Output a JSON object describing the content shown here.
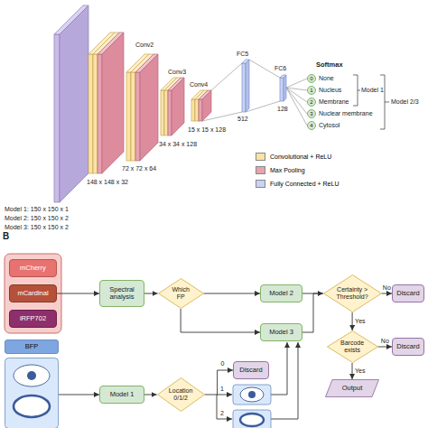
{
  "diagram": {
    "nodes": [
      {
        "text": [
          "0",
          "None"
        ]
      },
      {
        "text": [
          "1",
          "Nucleus"
        ]
      },
      {
        "text": [
          "2",
          "Membrane"
        ]
      },
      {
        "text": [
          "3",
          "Nuclear membrane"
        ]
      },
      {
        "text": [
          "4",
          "Cytosol"
        ]
      },
      {
        "text": [
          "mCherry"
        ]
      },
      {
        "text": [
          "mCardinal"
        ]
      },
      {
        "text": [
          "iRFP702"
        ]
      },
      {
        "text": [
          "Spectral analysis"
        ]
      },
      {
        "text": [
          "Which FP"
        ]
      },
      {
        "text": [
          "Model 2"
        ]
      },
      {
        "text": [
          "Model 3"
        ]
      },
      {
        "text": [
          "Certainty > Threshold?"
        ]
      },
      {
        "text": [
          "Discard"
        ]
      },
      {
        "text": [
          "Barcode exists"
        ]
      },
      {
        "text": [
          "Discard"
        ]
      },
      {
        "text": [
          "Output"
        ]
      },
      {
        "text": [
          "BFP"
        ]
      },
      {
        "text": [
          "Model 1"
        ]
      },
      {
        "text": [
          "Location 0/1/2"
        ]
      },
      {
        "text": [
          "Discard"
        ]
      }
    ],
    "edges": [
      {
        "from": 6,
        "to": 8,
        "arrow": "to"
      },
      {
        "from": 8,
        "to": 9,
        "arrow": "to"
      },
      {
        "from": 9,
        "to": 10,
        "arrow": "to"
      },
      {
        "from": 9,
        "to": 11,
        "arrow": "to"
      },
      {
        "from": 10,
        "to": 12,
        "arrow": "to"
      },
      {
        "from": 11,
        "to": 12,
        "arrow": "to"
      },
      {
        "from": 12,
        "to": 13,
        "label": "No",
        "arrow": "to"
      },
      {
        "from": 12,
        "to": 14,
        "label": "Yes",
        "arrow": "to"
      },
      {
        "from": 14,
        "to": 15,
        "label": "No",
        "arrow": "to"
      },
      {
        "from": 14,
        "to": 16,
        "label": "Yes",
        "arrow": "to"
      },
      {
        "from": 17,
        "to": 18,
        "arrow": "to"
      },
      {
        "from": 18,
        "to": 19,
        "arrow": "to"
      },
      {
        "from": 19,
        "to": 20,
        "label": "0",
        "arrow": "to"
      }
    ],
    "labels": [
      "Conv2",
      "Conv3",
      "Conv4",
      "FC5",
      "FC6",
      "Softmax",
      "148 x 148 x 32",
      "72 x 72 x 64",
      "34 x 34 x 128",
      "15 x 15 x 128",
      "512",
      "128",
      "Model 1",
      "Model 2/3",
      "Model 1: 150 x 150 x 1",
      "Model 2: 150 x 150 x 2",
      "Model 3: 150 x 150 x 2",
      "B",
      "1",
      "2"
    ],
    "legend": [
      {
        "text": "Convolutional + ReLU",
        "color": "#fbe3a6"
      },
      {
        "text": "Max Pooling",
        "color": "#e7a3b1"
      },
      {
        "text": "Fully Connected + ReLU",
        "color": "#c9d3f2"
      }
    ]
  }
}
